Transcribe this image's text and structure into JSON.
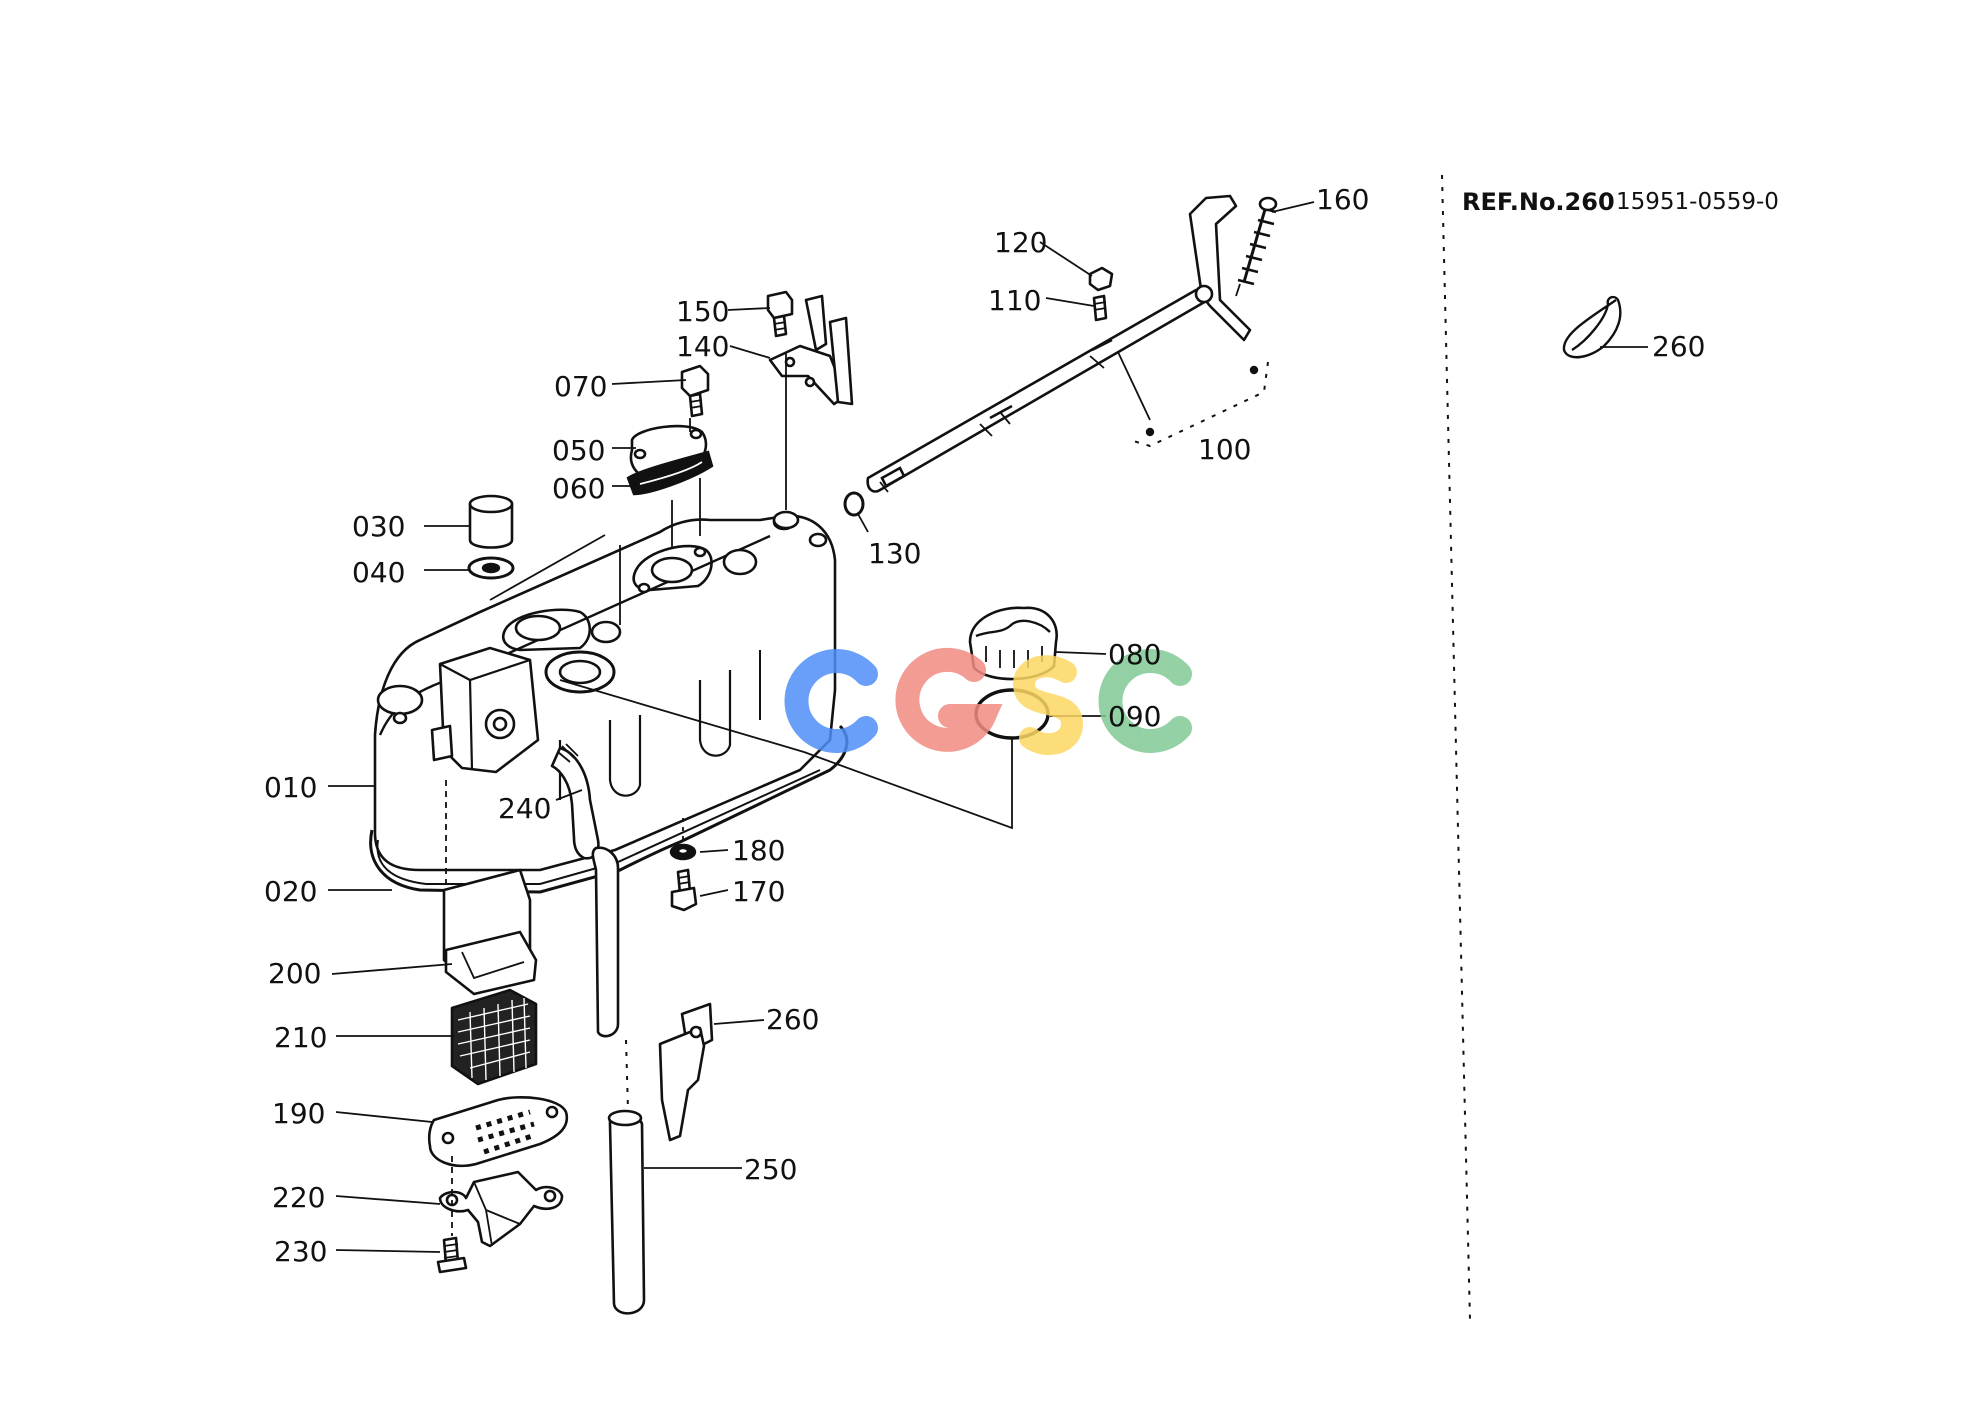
{
  "ref_note": {
    "text": "REF.No.260",
    "part_number": "15951-0559-0"
  },
  "watermark": {
    "letters": [
      "C",
      "G",
      "S",
      "C"
    ],
    "colors": [
      "#4f8ff7",
      "#f28b82",
      "#fdd663",
      "#81c995"
    ]
  },
  "labels": {
    "p010": "010",
    "p020": "020",
    "p030": "030",
    "p040": "040",
    "p050": "050",
    "p060": "060",
    "p070": "070",
    "p080": "080",
    "p090": "090",
    "p100": "100",
    "p110": "110",
    "p120": "120",
    "p130": "130",
    "p140": "140",
    "p150": "150",
    "p160": "160",
    "p170": "170",
    "p180": "180",
    "p190": "190",
    "p200": "200",
    "p210": "210",
    "p220": "220",
    "p230": "230",
    "p240": "240",
    "p250": "250",
    "p260": "260",
    "p260_detail": "260"
  }
}
